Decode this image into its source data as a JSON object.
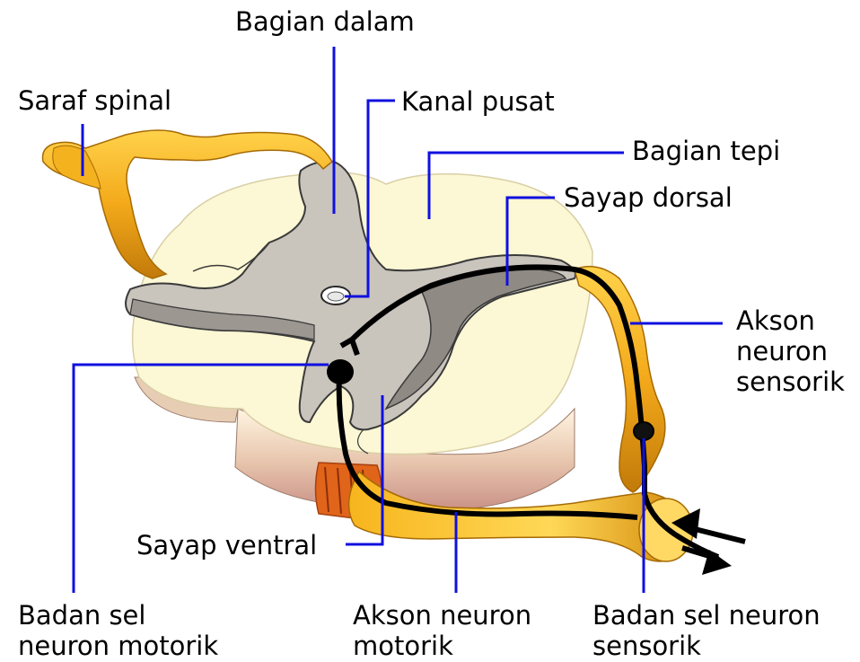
{
  "labels": {
    "bagian_dalam": "Bagian dalam",
    "saraf_spinal": "Saraf spinal",
    "kanal_pusat": "Kanal pusat",
    "bagian_tepi": "Bagian tepi",
    "sayap_dorsal": "Sayap dorsal",
    "akson_neuron_sensorik": [
      "Akson",
      "neuron",
      "sensorik"
    ],
    "sayap_ventral": "Sayap ventral",
    "badan_sel_neuron_motorik": [
      "Badan sel",
      "neuron motorik"
    ],
    "akson_neuron_motorik": [
      "Akson neuron",
      "motorik"
    ],
    "badan_sel_neuron_sensorik": [
      "Badan sel neuron",
      "sensorik"
    ]
  },
  "colors": {
    "leader_line": "#1010e0",
    "grey_matter": "#c9c4bc",
    "white_matter": "#fbf6d2",
    "nerve": "#f3b31a",
    "neuron_path": "#000000"
  }
}
